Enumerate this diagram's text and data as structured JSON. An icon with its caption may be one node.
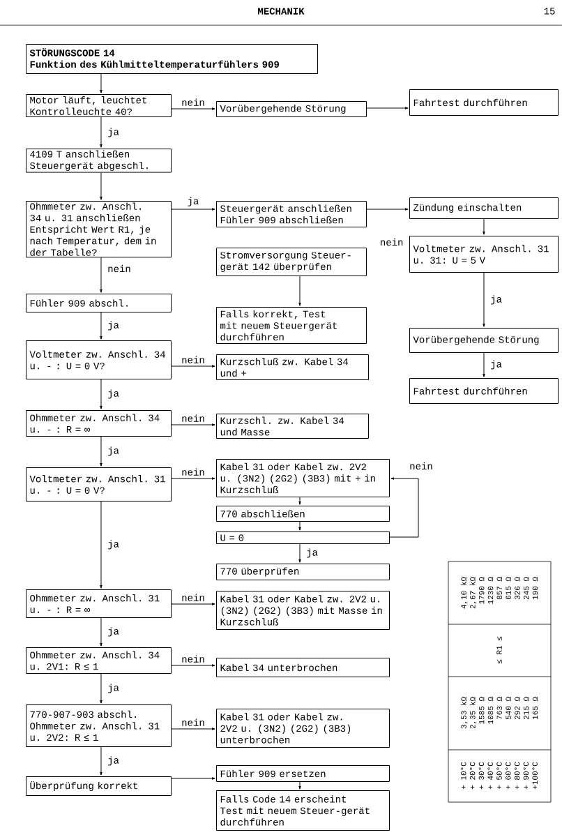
{
  "diagram": {
    "title": "MECHANIK",
    "nodes": [
      {
        "text": [
          "STÖRUNGSCODE 14",
          "Funktion des Kühlmitteltemperaturfühlers 909"
        ]
      },
      {
        "text": [
          "Motor läuft, leuchtet Kontrolleuchte 40?"
        ]
      },
      {
        "text": [
          "Vorübergehende Störung"
        ]
      },
      {
        "text": [
          "Fahrtest durchführen"
        ]
      },
      {
        "text": [
          "4109 T anschließen Steuergerät abgeschl."
        ]
      },
      {
        "text": [
          "Ohmmeter zw. Anschl. 34 u. 31 anschließen Entspricht Wert R1, je nach Temperatur, dem in der Tabelle?"
        ]
      },
      {
        "text": [
          "Steuergerät anschließen Fühler 909 abschließen"
        ]
      },
      {
        "text": [
          "Zündung einschalten"
        ]
      },
      {
        "text": [
          "Voltmeter zw. Anschl. 31 u. 31: U = 5 V"
        ]
      },
      {
        "text": [
          "Stromversorgung Steuer-gerät 142 überprüfen"
        ]
      },
      {
        "text": [
          "Fühler 909 abschl."
        ]
      },
      {
        "text": [
          "Falls korrekt, Test mit neuem Steuergerät durchführen"
        ]
      },
      {
        "text": [
          "Vorübergehende Störung"
        ]
      },
      {
        "text": [
          "Voltmeter zw. Anschl. 34 u. - : U = 0 V?"
        ]
      },
      {
        "text": [
          "Kurzschluß zw. Kabel 34 und +"
        ]
      },
      {
        "text": [
          "Fahrtest durchführen"
        ]
      },
      {
        "text": [
          "Ohmmeter zw. Anschl. 34 u. - : R = ∞"
        ]
      },
      {
        "text": [
          "Kurzschl. zw. Kabel 34 und Masse"
        ]
      },
      {
        "text": [
          "Kabel 31 oder Kabel zw. 2V2 u. (3N2) (2G2) (3B3) mit + in Kurzschluß"
        ]
      },
      {
        "text": [
          "Voltmeter zw. Anschl. 31 u. - : U = 0 V?"
        ]
      },
      {
        "text": [
          "770 abschließen"
        ]
      },
      {
        "text": [
          "U = 0"
        ]
      },
      {
        "text": [
          "770 überprüfen"
        ]
      },
      {
        "text": [
          "Ohmmeter zw. Anschl. 31 u. - : R = ∞"
        ]
      },
      {
        "text": [
          "Kabel 31 oder Kabel zw. 2V2 u. (3N2) (2G2) (3B3) mit Masse in Kurzschluß"
        ]
      },
      {
        "text": [
          "Ohmmeter zw. Anschl. 34 u. 2V1: R ≤ 1"
        ]
      },
      {
        "text": [
          "Kabel 34 unterbrochen"
        ]
      },
      {
        "text": [
          "770-907-903 abschl. Ohmmeter zw. Anschl. 31 u. 2V2: R ≤ 1"
        ]
      },
      {
        "text": [
          "Kabel 31 oder Kabel zw. 2V2 u. (3N2) (2G2) (3B3) unterbrochen"
        ]
      },
      {
        "text": [
          "Überprüfung korrekt"
        ]
      },
      {
        "text": [
          "Fühler 909 ersetzen"
        ]
      },
      {
        "text": [
          "Falls Code 14 erscheint Test mit neuem Steuer-gerät durchführen"
        ]
      }
    ],
    "edges": [
      {
        "from": 0,
        "to": 1,
        "arrow": "to"
      },
      {
        "from": 1,
        "to": 2,
        "arrow": "to",
        "label": "nein"
      },
      {
        "from": 2,
        "to": 3,
        "arrow": "to"
      },
      {
        "from": 1,
        "to": 4,
        "arrow": "to",
        "label": "ja"
      },
      {
        "from": 4,
        "to": 5,
        "arrow": "to"
      },
      {
        "from": 5,
        "to": 6,
        "arrow": "to",
        "label": "ja"
      },
      {
        "from": 6,
        "to": 7,
        "arrow": "to"
      },
      {
        "from": 7,
        "to": 8,
        "arrow": "to"
      },
      {
        "from": 5,
        "to": 10,
        "arrow": "to",
        "label": "nein"
      },
      {
        "from": 9,
        "to": 11,
        "arrow": "to"
      },
      {
        "from": 8,
        "to": 12,
        "arrow": "to",
        "label": "ja"
      },
      {
        "from": 12,
        "to": 15,
        "arrow": "to",
        "label": "ja"
      },
      {
        "from": 10,
        "to": 13,
        "arrow": "to",
        "label": "ja"
      },
      {
        "from": 13,
        "to": 14,
        "arrow": "to",
        "label": "nein"
      },
      {
        "from": 13,
        "to": 16,
        "arrow": "to",
        "label": "ja"
      },
      {
        "from": 16,
        "to": 17,
        "arrow": "to",
        "label": "nein"
      },
      {
        "from": 16,
        "to": 19,
        "arrow": "to",
        "label": "ja"
      },
      {
        "from": 19,
        "to": 18,
        "arrow": "to",
        "label": "nein"
      },
      {
        "from": 18,
        "to": 20,
        "arrow": "to"
      },
      {
        "from": 20,
        "to": 21,
        "arrow": "to"
      },
      {
        "from": 21,
        "to": 18,
        "arrow": "to",
        "label": "nein"
      },
      {
        "from": 21,
        "to": 22,
        "arrow": "to",
        "label": "ja"
      },
      {
        "from": 19,
        "to": 23,
        "arrow": "to",
        "label": "ja"
      },
      {
        "from": 23,
        "to": 24,
        "arrow": "to",
        "label": "nein"
      },
      {
        "from": 23,
        "to": 25,
        "arrow": "to",
        "label": "ja"
      },
      {
        "from": 25,
        "to": 26,
        "arrow": "to",
        "label": "nein"
      },
      {
        "from": 25,
        "to": 27,
        "arrow": "to",
        "label": "ja"
      },
      {
        "from": 27,
        "to": 28,
        "arrow": "to",
        "label": "nein"
      },
      {
        "from": 27,
        "to": 29,
        "arrow": "to",
        "label": "ja"
      },
      {
        "from": 29,
        "to": 30,
        "arrow": "to"
      },
      {
        "from": 30,
        "to": 31,
        "arrow": "to"
      }
    ],
    "labels": [
      "15",
      "nein",
      "+ 10°C",
      "+ 20°C",
      "+ 30°C",
      "+ 40°C",
      "+ 50°C",
      "+ 60°C",
      "+ 80°C",
      "+ 90°C",
      "+100°C",
      "3,53 kΩ",
      "2,35 kΩ",
      "1585 Ω",
      "1085 Ω",
      "763 Ω",
      "540 Ω",
      "292 Ω",
      "215 Ω",
      "165 Ω",
      "≤ R1 ≤",
      "4,10 kΩ",
      "2,67 kΩ",
      "1790 Ω",
      "1230 Ω",
      "857 Ω",
      "615 Ω",
      "326 Ω",
      "245 Ω",
      "190 Ω"
    ]
  }
}
